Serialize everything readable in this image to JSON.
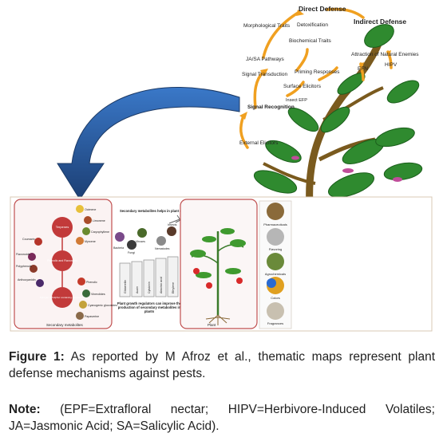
{
  "figure": {
    "top_labels": {
      "direct_defense": "Direct Defense",
      "indirect_defense": "Indirect Defense",
      "morphological_traits": "Morphological Traits",
      "detoxification": "Detoxification",
      "biochemical_traits": "Biochemical Traits",
      "ja_sa_pathways": "JA/SA Pathways",
      "signal_transduction": "Signal Transduction",
      "priming_responses": "Priming Responses",
      "surface_elicitors": "Surface Elicitors",
      "insect_efp": "Insect EFP",
      "signal_recognition": "Signal Recognition",
      "external_elicitors": "External Elicitors",
      "attraction": "Attraction of Natural Enemies",
      "efn": "EFN",
      "hipv": "HIPV"
    },
    "left_panel": {
      "caption": "Secondary metabolites",
      "nodes": [
        "Terpenes",
        "Phenolic and Flavonoids",
        "Nitrogen & Sulphur containing compounds"
      ],
      "items": [
        "Ocimene",
        "Limonene",
        "Caryophyllene",
        "Myrcene",
        "Coumarin",
        "Flavonoids",
        "Polyphenols",
        "Anthocyanidin",
        "Phenolic",
        "Vinerolides",
        "Cyanogenic glucosides",
        "Papaverine"
      ]
    },
    "middle": {
      "heading": "Secondary metabolites helps in plant defense",
      "pests": [
        "Bacteria",
        "Fungi",
        "Viruses",
        "Nematodes",
        "Insects"
      ],
      "regulators": [
        "Gibberellin",
        "Auxin",
        "Cytokinin",
        "Abscisic acid",
        "Ethylene"
      ],
      "note": "Plant growth regulators can improve the production of secondary metabolites in plants"
    },
    "right_panel": {
      "caption": "Plant",
      "uses": [
        "Pharmaceuticals",
        "Flavoring",
        "Agrochemicals",
        "Colors",
        "Fragrances"
      ]
    }
  },
  "caption1": {
    "label": "Figure 1:",
    "text": " As reported by M Afroz et al., thematic maps represent plant defense mechanisms against pests."
  },
  "caption2": {
    "label": "Note:",
    "text": " (EPF=Extrafloral nectar; HIPV=Herbivore-Induced Volatiles; JA=Jasmonic Acid; SA=Salicylic Acid)."
  },
  "colors": {
    "arrow_blue": "#2f5e9c",
    "orange": "#f0a020",
    "leaf_green": "#2f8a2f",
    "stem_brown": "#7a5a1e",
    "panel_border": "#c05050"
  }
}
